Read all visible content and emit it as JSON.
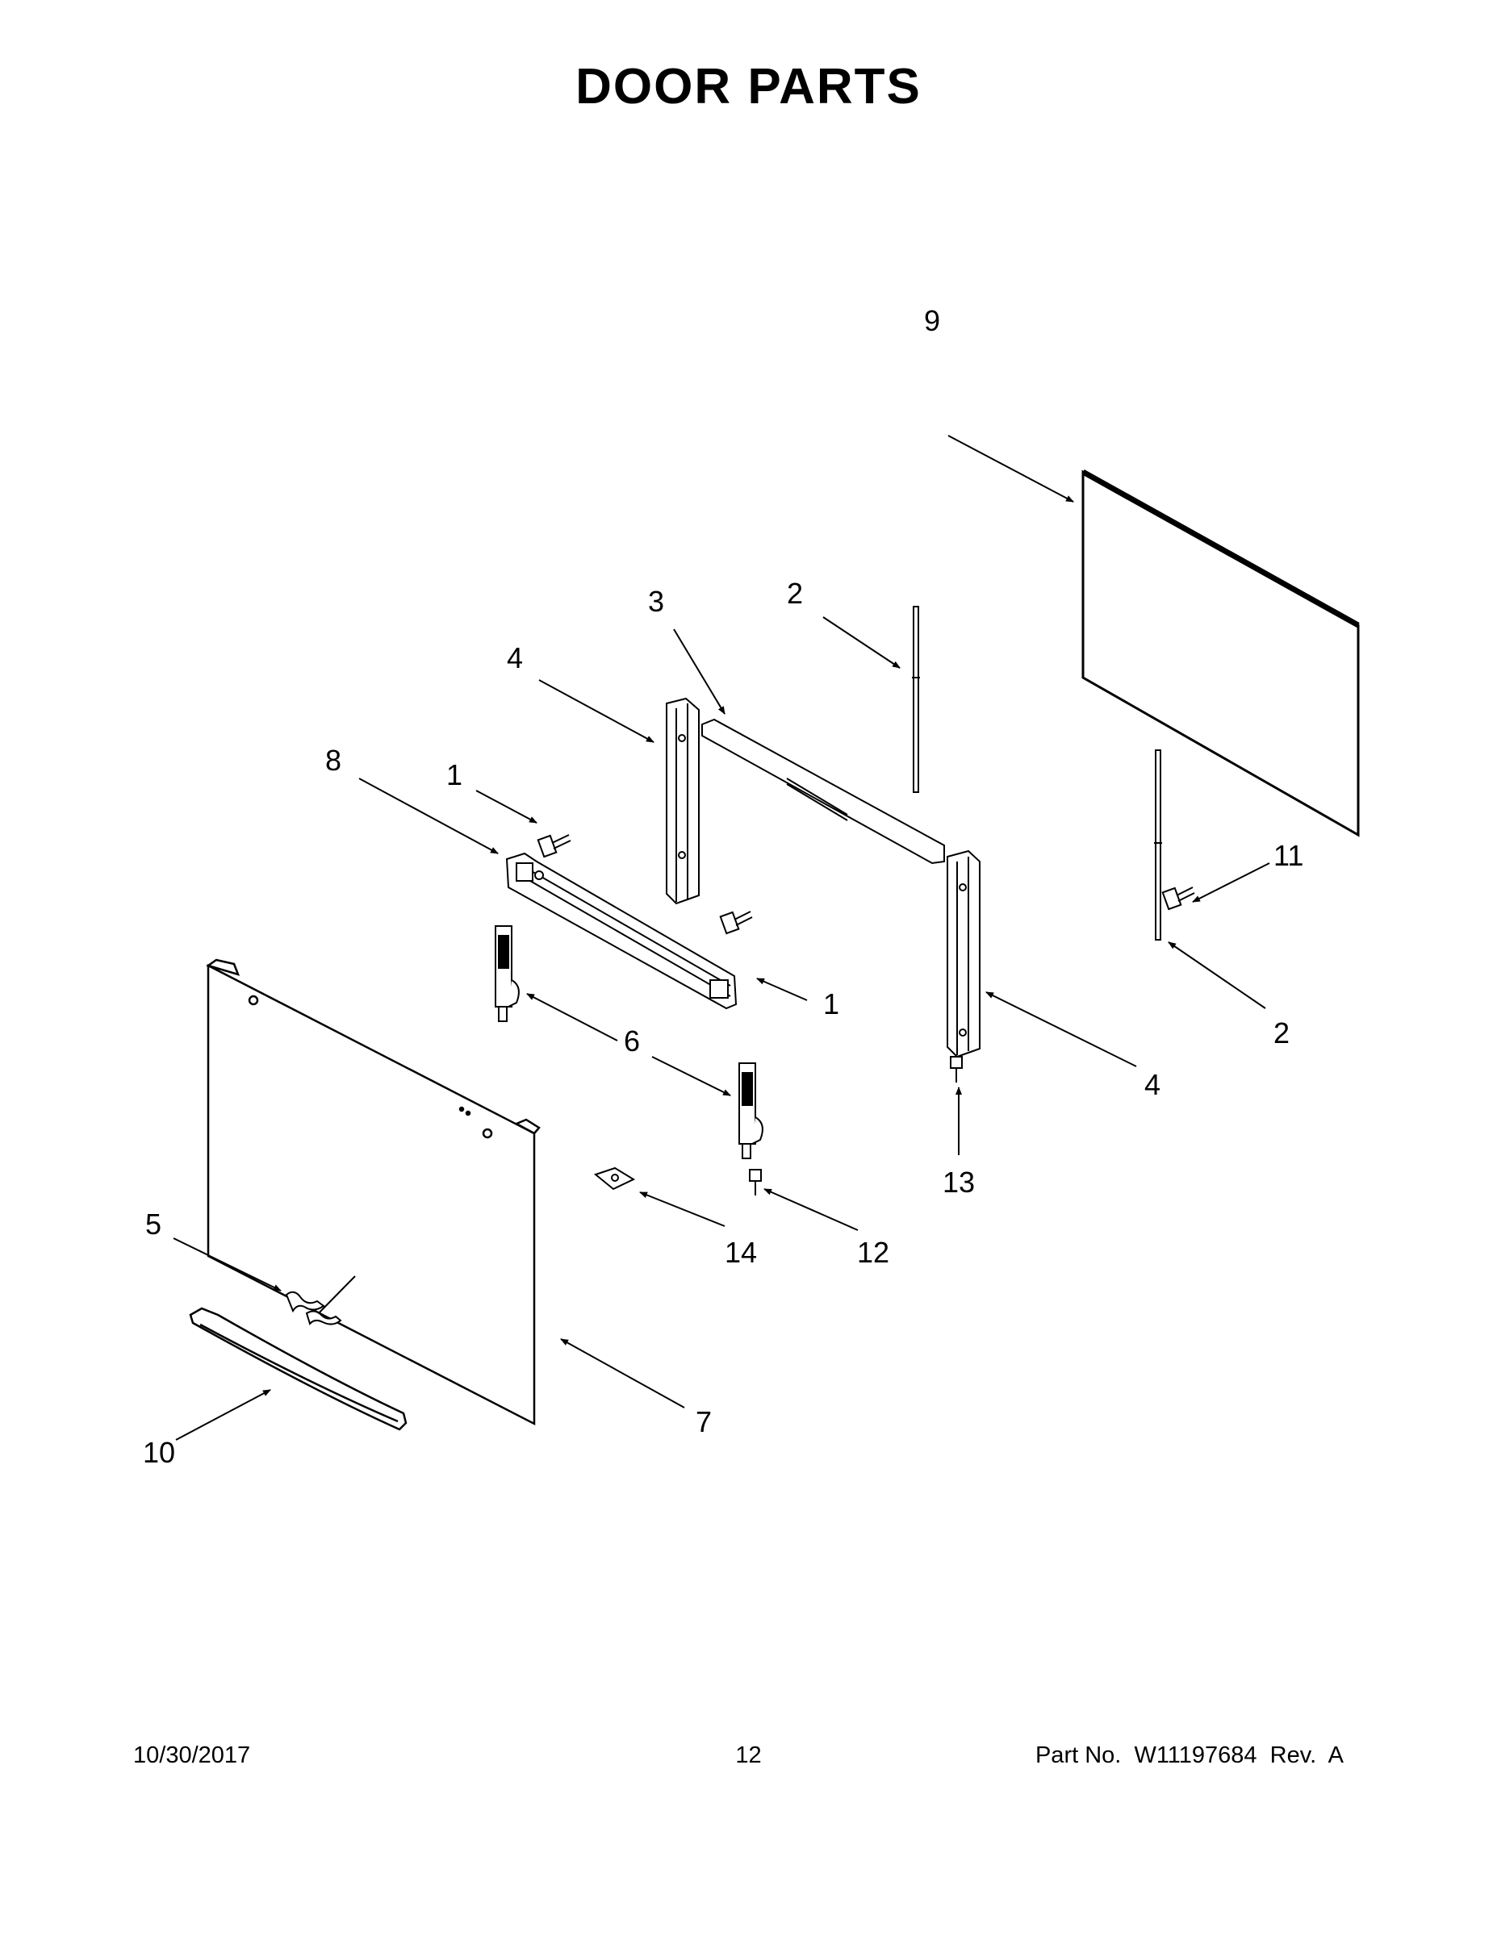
{
  "title": "DOOR PARTS",
  "callouts": {
    "c9": "9",
    "c3": "3",
    "c2a": "2",
    "c4a": "4",
    "c8": "8",
    "c1a": "1",
    "c11": "11",
    "c1b": "1",
    "c6": "6",
    "c2b": "2",
    "c4b": "4",
    "c13": "13",
    "c5": "5",
    "c14": "14",
    "c12": "12",
    "c7": "7",
    "c10": "10"
  },
  "footer": {
    "date": "10/30/2017",
    "page": "12",
    "part": "Part No.  W11197684  Rev.  A"
  }
}
